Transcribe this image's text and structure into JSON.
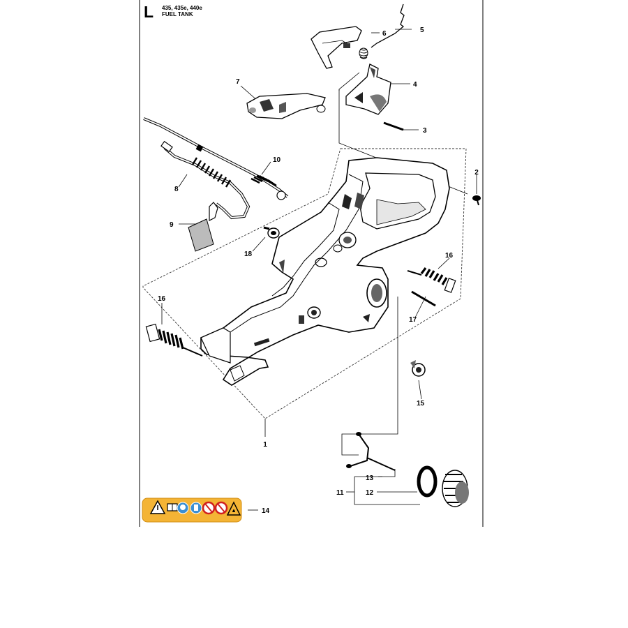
{
  "header": {
    "section_letter": "L",
    "models": "435, 435e, 440e",
    "title": "FUEL TANK"
  },
  "callouts": {
    "c1": "1",
    "c2": "2",
    "c3": "3",
    "c4": "4",
    "c5": "5",
    "c6": "6",
    "c7": "7",
    "c8": "8",
    "c9": "9",
    "c10": "10",
    "c11": "11",
    "c12": "12",
    "c13": "13",
    "c14": "14",
    "c15": "15",
    "c16a": "16",
    "c16b": "16",
    "c17": "17",
    "c18": "18"
  },
  "warning_decal": {
    "background_color": "#f4b435",
    "icons": [
      "warning-triangle-icon",
      "manual-book-icon",
      "ear-eye-protection-icon",
      "glove-icon",
      "no-smoking-icon",
      "no-open-flame-icon",
      "fire-hazard-icon"
    ]
  }
}
